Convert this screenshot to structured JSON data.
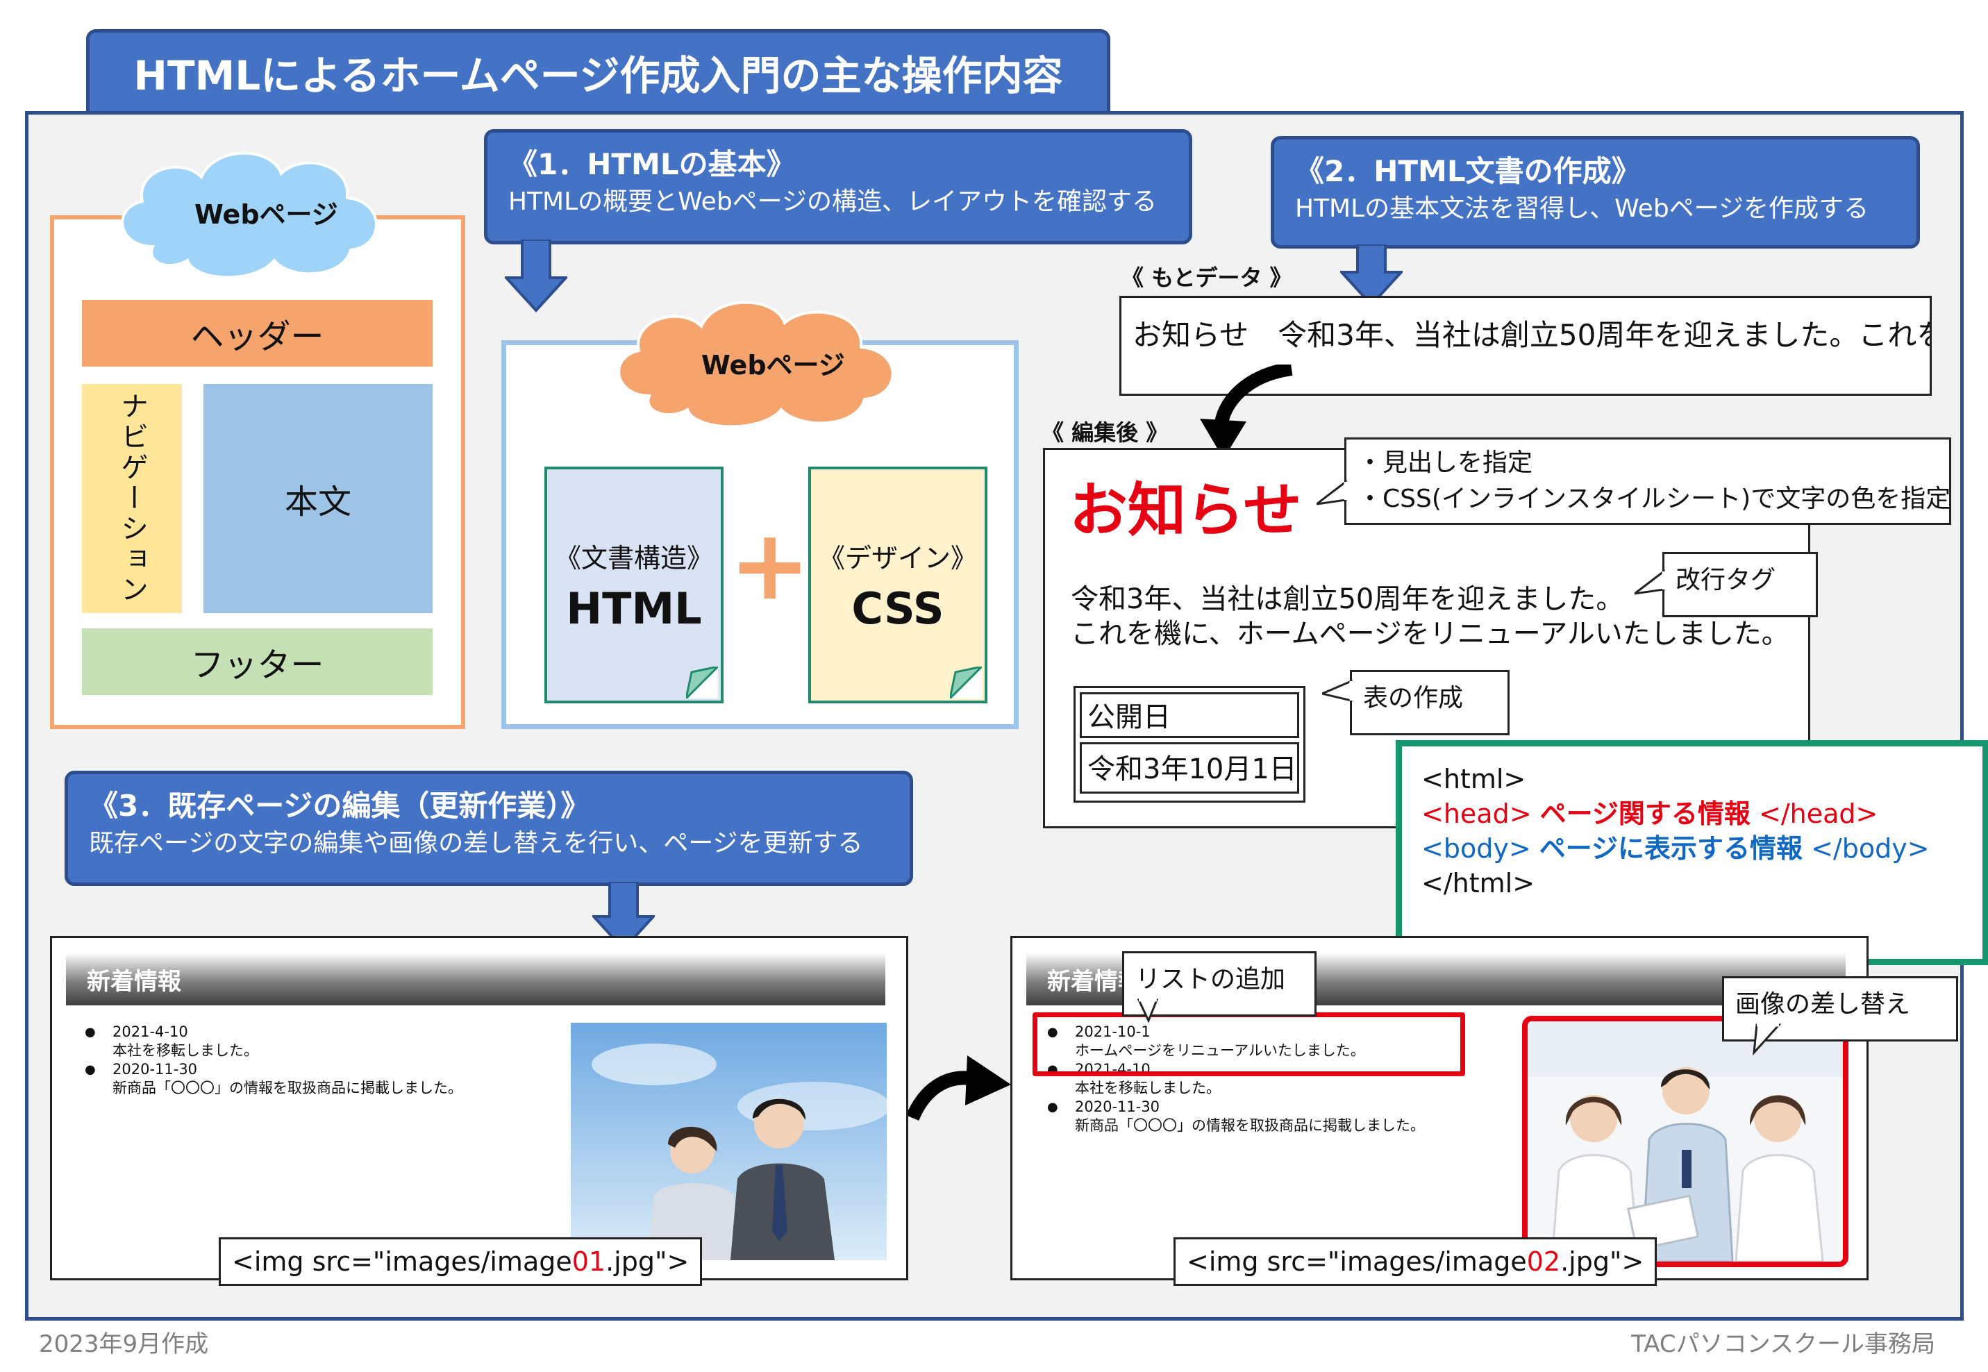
{
  "title": "HTMLによるホームページ作成入門の主な操作内容",
  "section1": {
    "heading": "《1．HTMLの基本》",
    "desc": "HTMLの概要とWebページの構造、レイアウトを確認する"
  },
  "section2": {
    "heading": "《2．HTML文書の作成》",
    "desc": "HTMLの基本文法を習得し、Webページを作成する"
  },
  "section3": {
    "heading": "《3．既存ページの編集（更新作業）》",
    "desc": "既存ページの文字の編集や画像の差し替えを行い、ページを更新する"
  },
  "layout_diagram": {
    "cloud": "Webページ",
    "header": "ヘッダー",
    "nav": "ナビゲーション",
    "body": "本文",
    "footer": "フッター"
  },
  "webpage_diagram": {
    "cloud": "Webページ",
    "html_sub": "《文書構造》",
    "html_big": "HTML",
    "plus": "+",
    "css_sub": "《デザイン》",
    "css_big": "CSS"
  },
  "source_data": {
    "label": "《 もとデータ 》",
    "text": "お知らせ　令和3年、当社は創立50周年を迎えました。これを"
  },
  "edited": {
    "label": "《 編集後 》",
    "heading": "お知らせ",
    "line1": "令和3年、当社は創立50周年を迎えました。",
    "line2": "これを機に、ホームページをリニューアルいたしました。",
    "table": [
      "公開日",
      "令和3年10月1日"
    ]
  },
  "callouts": {
    "heading_tips": [
      "・見出しを指定",
      "・CSS(インラインスタイルシート)で文字の色を指定"
    ],
    "br": "改行タグ",
    "table": "表の作成",
    "list_add": "リストの追加",
    "img_swap": "画像の差し替え"
  },
  "code": {
    "line1": "<html>",
    "head_open": "<head>",
    "head_text": "ページ関する情報",
    "head_close": "</head>",
    "body_open": "<body>",
    "body_text": "ページに表示する情報",
    "body_close": "</body>",
    "line4": "</html>"
  },
  "news_before": {
    "header": "新着情報",
    "items": [
      {
        "date": "2021-4-10",
        "text": "本社を移転しました。"
      },
      {
        "date": "2020-11-30",
        "text": "新商品「〇〇〇」の情報を取扱商品に掲載しました。"
      }
    ],
    "img_prefix": "<img src=\"images/image",
    "img_num": "01",
    "img_suffix": ".jpg\">"
  },
  "news_after": {
    "header": "新着情報",
    "items": [
      {
        "date": "2021-10-1",
        "text": "ホームページをリニューアルいたしました。"
      },
      {
        "date": "2021-4-10",
        "text": "本社を移転しました。"
      },
      {
        "date": "2020-11-30",
        "text": "新商品「〇〇〇」の情報を取扱商品に掲載しました。"
      }
    ],
    "img_prefix": "<img src=\"images/image",
    "img_num": "02",
    "img_suffix": ".jpg\">"
  },
  "footer": {
    "left": "2023年9月作成",
    "right": "TACパソコンスクール事務局"
  },
  "colors": {
    "blue": "#4472c4",
    "orange": "#f4a46c",
    "green": "#17956f",
    "red": "#e60012"
  }
}
